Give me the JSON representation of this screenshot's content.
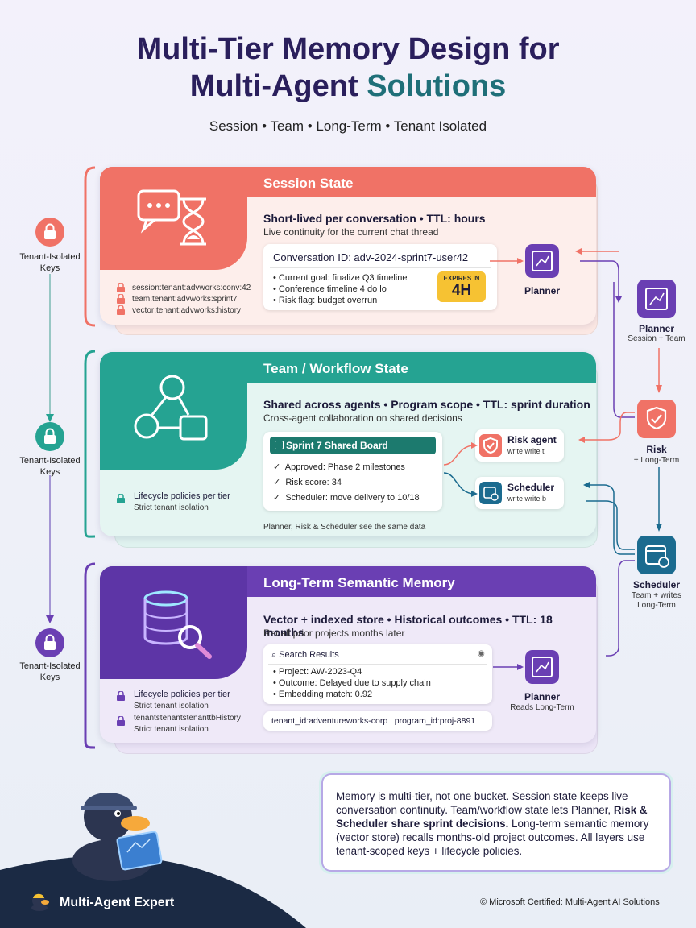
{
  "header": {
    "title_line1": "Multi-Tier Memory Design for",
    "title_line2_a": "Multi-Agent ",
    "title_line2_b": "Solutions",
    "subtitle": "Session • Team • Long-Term • Tenant Isolated"
  },
  "colors": {
    "session": "#f07266",
    "team": "#25a392",
    "longterm": "#6a3fb3",
    "navy": "#1b2a44"
  },
  "side_labels": {
    "tenant_keys": "Tenant-Isolated Keys"
  },
  "session": {
    "title": "Session State",
    "desc": "Short-lived per conversation • TTL: hours",
    "sub": "Live continuity for the current chat thread",
    "conversation_id": "Conversation ID: adv-2024-sprint7-user42",
    "bullets": [
      "• Current goal: finalize Q3 timeline",
      "• Conference timeline 4 do lo",
      "• Risk flag: budget overrun"
    ],
    "expires_label": "EXPIRES IN",
    "expires_value": "4H",
    "keys": [
      "session:tenant:advworks:conv:42",
      "team:tenant:advworks:sprint7",
      "vector:tenant:advworks:history"
    ],
    "agent": "Planner"
  },
  "team": {
    "title": "Team / Workflow State",
    "desc": "Shared across agents • Program scope • TTL: sprint duration",
    "sub": "Cross-agent collaboration on shared decisions",
    "board_title": "Sprint 7 Shared Board",
    "board_items": [
      "Approved: Phase 2 milestones",
      "Risk score: 34",
      "Scheduler: move delivery to 10/18"
    ],
    "policy_title": "Lifecycle policies per tier",
    "policy_sub": "Strict tenant isolation",
    "footer": "Planner, Risk & Scheduler see the same data",
    "risk_agent": "Risk agent",
    "risk_agent_sub": "write write t",
    "scheduler_agent": "Scheduler",
    "scheduler_agent_sub": "write write b"
  },
  "longterm": {
    "title": "Long-Term Semantic Memory",
    "desc": "Vector + indexed store • Historical outcomes • TTL: 18 months",
    "sub": "Recall prior projects months later",
    "search_title": "Search Results",
    "results": [
      "• Project: AW-2023-Q4",
      "• Outcome: Delayed due to supply chain",
      "• Embedding match: 0.92"
    ],
    "key_line": "tenant_id:adventureworks-corp | program_id:proj-8891",
    "policy_title": "Lifecycle policies per tier",
    "policy_lines": [
      "Strict tenant isolation",
      "tenantstenantstenanttbHistory",
      "Strict tenant isolation"
    ],
    "agent": "Planner",
    "agent_sub": "Reads Long-Term"
  },
  "right_agents": [
    {
      "name": "Planner",
      "sub": "Session + Team"
    },
    {
      "name": "Risk",
      "sub": "+ Long-Term"
    },
    {
      "name": "Scheduler",
      "sub_line1": "Team + writes",
      "sub_line2": "Long-Term"
    }
  ],
  "summary": {
    "part1": "Memory is multi-tier, not one bucket. Session state keeps live conversation continuity. Team/workflow state lets Planner, ",
    "bold": "Risk & Scheduler share sprint decisions.",
    "part2": " Long-term semantic memory (vector store) recalls months-old project outcomes. All layers use tenant-scoped keys + lifecycle policies."
  },
  "footer": {
    "brand": "Multi-Agent Expert",
    "copyright": "© Microsoft Certified: Multi-Agent AI Solutions"
  }
}
